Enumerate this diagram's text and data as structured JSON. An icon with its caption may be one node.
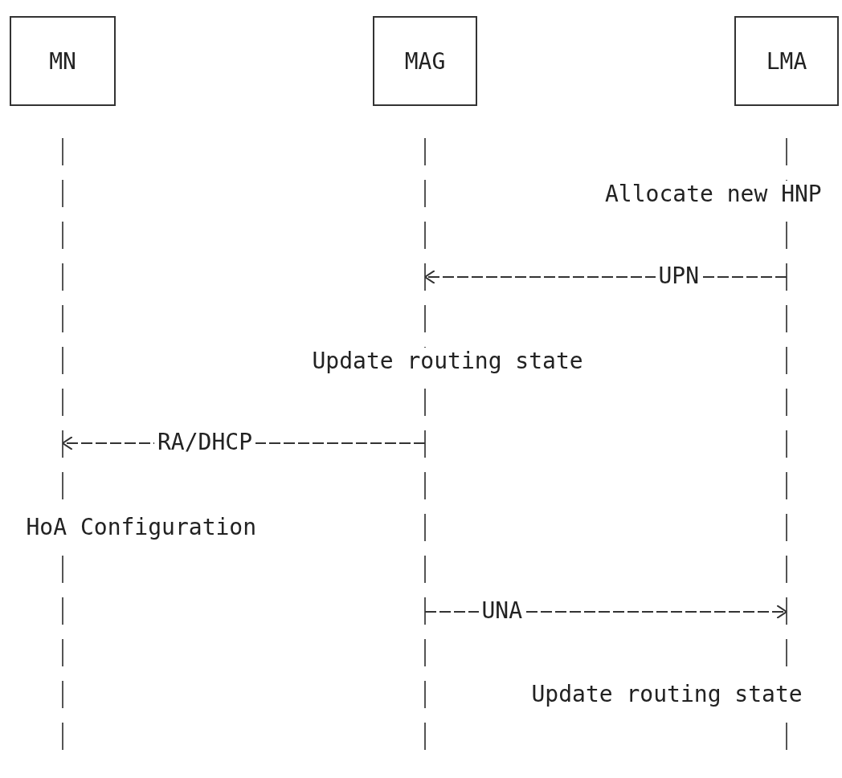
{
  "diagram": {
    "nodes": [
      {
        "text": [
          "MN"
        ]
      },
      {
        "text": [
          "MAG"
        ]
      },
      {
        "text": [
          "LMA"
        ]
      }
    ],
    "edges": [
      {
        "from": 2,
        "to": 1,
        "arrow": "to",
        "label": "UPN"
      },
      {
        "from": 1,
        "to": 0,
        "arrow": "to",
        "label": "RA/DHCP"
      },
      {
        "from": 1,
        "to": 2,
        "arrow": "to",
        "label": "UNA"
      }
    ],
    "labels": [
      "Allocate new HNP",
      "Update routing state",
      "HoA Configuration",
      "Update routing state"
    ]
  }
}
